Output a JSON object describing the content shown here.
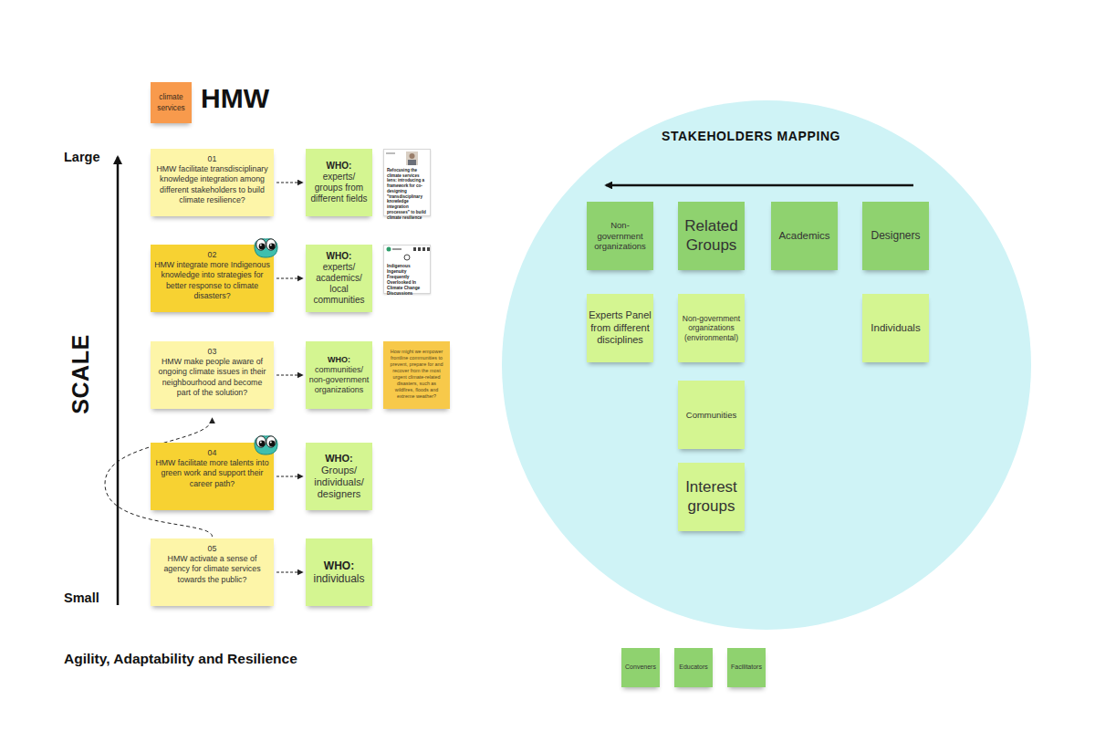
{
  "diagram": {
    "title": "HMW",
    "nodes": [
      {
        "text": [
          "climate services"
        ]
      },
      {
        "text": [
          "01",
          "HMW facilitate transdisciplinary knowledge integration among different stakeholders to build climate resilience?"
        ]
      },
      {
        "text": [
          "WHO:",
          "experts/ groups from different fields"
        ]
      },
      {
        "text": [
          "Refocusing the climate services lens: introducing a framework for co-designing \"transdisciplinary knowledge integration processes\" to build climate resilience"
        ]
      },
      {
        "text": [
          "02",
          "HMW integrate more Indigenous knowledge into strategies for better response to climate disasters?"
        ]
      },
      {
        "text": [
          "WHO:",
          "experts/ academics/ local communities"
        ]
      },
      {
        "text": [
          "Indigenous Ingenuity Frequently Overlooked In Climate Change Discussions"
        ]
      },
      {
        "text": [
          "03",
          "HMW make people aware of ongoing climate issues in their neighbourhood and become part of the solution?"
        ]
      },
      {
        "text": [
          "WHO:",
          "communities/ non-government organizations"
        ]
      },
      {
        "text": [
          "How might we empower frontline communities to prevent, prepare for and recover from the most urgent climate-related disasters, such as wildfires, floods and extreme weather?"
        ]
      },
      {
        "text": [
          "04",
          "HMW facilitate more talents into green work and support their career path?"
        ]
      },
      {
        "text": [
          "WHO:",
          "Groups/ individuals/ designers"
        ]
      },
      {
        "text": [
          "05",
          "HMW activate a sense of agency for climate services towards the public?"
        ]
      },
      {
        "text": [
          "WHO:",
          "individuals"
        ]
      },
      {
        "text": [
          "STAKEHOLDERS MAPPING"
        ]
      },
      {
        "text": [
          "Non-government organizations"
        ],
        "in": 14
      },
      {
        "text": [
          "Related Groups"
        ],
        "in": 14
      },
      {
        "text": [
          "Academics"
        ],
        "in": 14
      },
      {
        "text": [
          "Designers"
        ],
        "in": 14
      },
      {
        "text": [
          "Experts Panel from different disciplines"
        ],
        "in": 14
      },
      {
        "text": [
          "Non-government organizations (environmental)"
        ],
        "in": 14
      },
      {
        "text": [
          "Individuals"
        ],
        "in": 14
      },
      {
        "text": [
          "Communities"
        ],
        "in": 14
      },
      {
        "text": [
          "Interest groups"
        ],
        "in": 14
      },
      {
        "text": [
          "Conveners"
        ]
      },
      {
        "text": [
          "Educators"
        ]
      },
      {
        "text": [
          "Facilitators"
        ]
      }
    ],
    "edges": [
      {
        "from": 1,
        "to": 2,
        "arrow": "to"
      },
      {
        "from": 4,
        "to": 5,
        "arrow": "to"
      },
      {
        "from": 7,
        "to": 8,
        "arrow": "to"
      },
      {
        "from": 10,
        "to": 11,
        "arrow": "to"
      },
      {
        "from": 12,
        "to": 13,
        "arrow": "to"
      },
      {
        "from": 12,
        "to": 7,
        "arrow": "to"
      }
    ],
    "labels": [
      "Large",
      "Small",
      "SCALE",
      "Agility, Adaptability and Resilience"
    ]
  }
}
